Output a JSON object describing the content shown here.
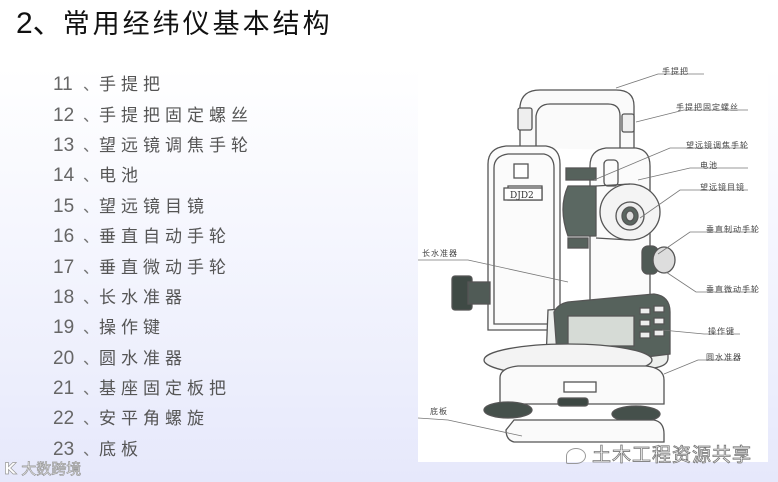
{
  "slide": {
    "title_number": "2、",
    "title_text": "常用经纬仪基本结构",
    "items": [
      {
        "num": "11",
        "label": "手提把"
      },
      {
        "num": "12",
        "label": "手提把固定螺丝"
      },
      {
        "num": "13",
        "label": "望远镜调焦手轮"
      },
      {
        "num": "14",
        "label": "电池"
      },
      {
        "num": "15",
        "label": "望远镜目镜"
      },
      {
        "num": "16",
        "label": "垂直自动手轮"
      },
      {
        "num": "17",
        "label": "垂直微动手轮"
      },
      {
        "num": "18",
        "label": "长水准器"
      },
      {
        "num": "19",
        "label": "操作键"
      },
      {
        "num": "20",
        "label": "圆水准器"
      },
      {
        "num": "21",
        "label": "基座固定板把"
      },
      {
        "num": "22",
        "label": "安平角螺旋"
      },
      {
        "num": "23",
        "label": "底板"
      }
    ],
    "separator": "、"
  },
  "diagram": {
    "model_label": "DJD2",
    "callouts": [
      {
        "label": "手提把"
      },
      {
        "label": "手提把固定螺丝"
      },
      {
        "label": "望远镜调焦手轮"
      },
      {
        "label": "电池"
      },
      {
        "label": "望远镜目镜"
      },
      {
        "label": "垂直制动手轮"
      },
      {
        "label": "垂直微动手轮"
      },
      {
        "label": "操作键"
      },
      {
        "label": "圆水准器"
      },
      {
        "label": "长水准器"
      },
      {
        "label": "底板"
      }
    ]
  },
  "watermarks": {
    "right": "土木工程资源共享",
    "left_logo": "K",
    "left_text": "大数跨境"
  }
}
